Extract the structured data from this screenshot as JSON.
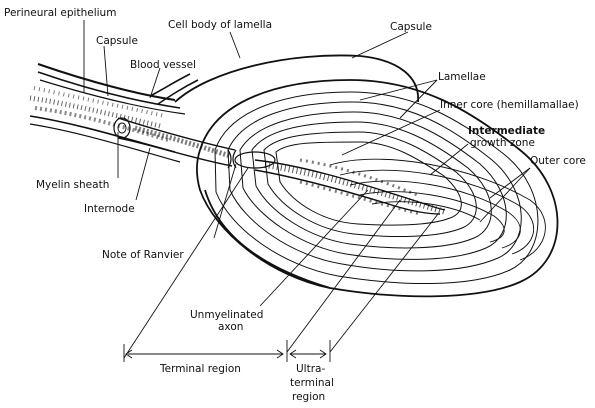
{
  "labels": {
    "perineural_epithelium": "Perineural epithelium",
    "capsule_left": "Capsule",
    "blood_vessel": "Blood vessel",
    "cell_body_of_lamella": "Cell body of lamella",
    "capsule_right": "Capsule",
    "lamellae": "Lamellae",
    "inner_core": "Inner core (hemillamallae)",
    "intermediate_growth_zone_line1": "Intermediate",
    "intermediate_growth_zone_line2": "growth zone",
    "outer_core": "Outer core",
    "myelin_sheath": "Myelin sheath",
    "internode": "Internode",
    "node_of_ranvier": "Note of Ranvier",
    "unmyelinated_axon_line1": "Unmyelinated",
    "unmyelinated_axon_line2": "axon",
    "terminal_region": "Terminal region",
    "ultra_terminal_line1": "Ultra-",
    "ultra_terminal_line2": "terminal",
    "ultra_terminal_line3": "region"
  },
  "colors": {
    "ink": "#111111",
    "background": "#ffffff"
  }
}
